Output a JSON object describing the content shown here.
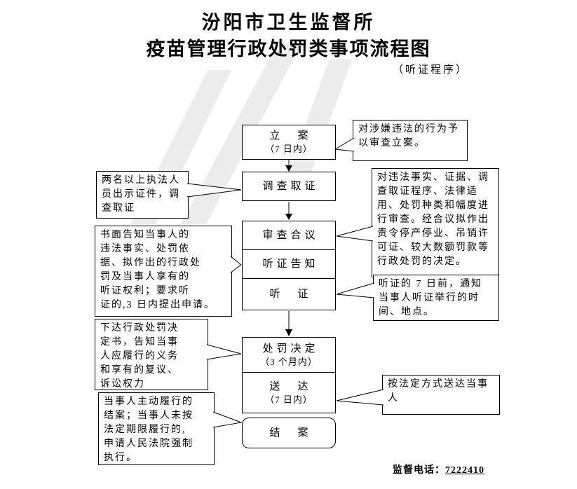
{
  "title": {
    "line1": "汾阳市卫生监督所",
    "line2": "疫苗管理行政处罚类事项流程图",
    "subtitle": "（听证程序）"
  },
  "flow": [
    {
      "label": "立　案",
      "sub": "（7 日内）"
    },
    {
      "label": "调查取证"
    },
    {
      "label": "审查合议"
    },
    {
      "label": "听证告知"
    },
    {
      "label": "听　证"
    },
    {
      "label": "处罚决定",
      "sub": "（3 个月内）"
    },
    {
      "label": "送　达",
      "sub": "（7 日内）"
    },
    {
      "label": "结　案"
    }
  ],
  "callouts": [
    {
      "text": "对涉嫌违法的行为予\n以审查立案。"
    },
    {
      "text": "两名以上执法人\n员出示证件，调\n查取证"
    },
    {
      "text": "对违法事实、证据、调\n查取证程序、法律适\n用、处罚种类和幅度进\n行审查。经合议拟作出\n责令停产停业、吊销许\n可证、较大数额罚款等\n行政处罚的决定。"
    },
    {
      "text": "书面告知当事人的\n违法事实、处罚依\n据、拟作出的行政处\n罚及当事人享有的\n听证权利；要求听\n证的,3 日内提出申请。"
    },
    {
      "text": "听证的 7 日前，通知\n当事人听证举行的时\n间、地点。"
    },
    {
      "text": "下达行政处罚决\n定书，告知当事\n人应履行的义务\n和享有的复议、\n诉讼权力"
    },
    {
      "text": "当事人主动履行的\n结案；当事人未按\n法定期限履行的,\n申请人民法院强制\n执行。"
    },
    {
      "text": "按法定方式送达当事\n人"
    }
  ],
  "footer": {
    "label": "监督电话：",
    "phone": "7222410"
  }
}
